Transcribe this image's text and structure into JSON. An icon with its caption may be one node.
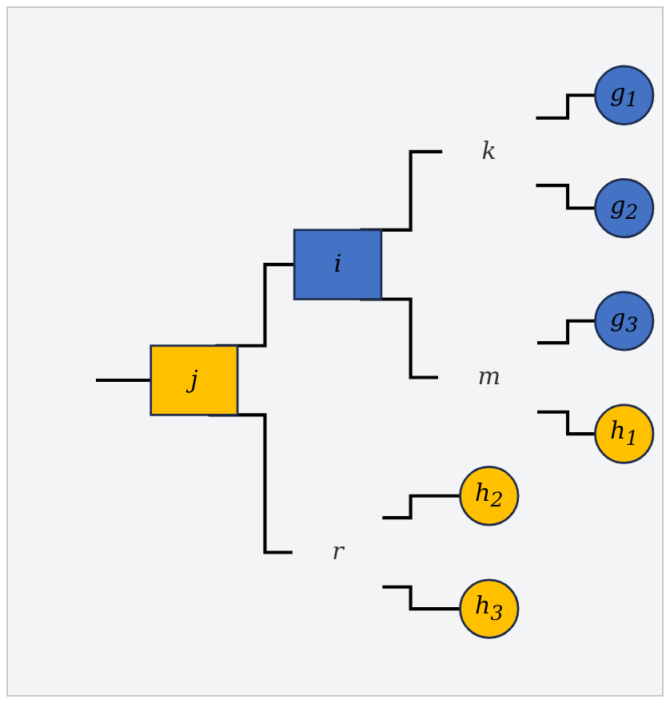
{
  "diagram": {
    "nodes": [
      {
        "text": [
          "j"
        ]
      },
      {
        "text": [
          "i"
        ]
      },
      {
        "text": [
          "k"
        ]
      },
      {
        "text": [
          "m"
        ]
      },
      {
        "text": [
          "r"
        ]
      },
      {
        "text": [
          "g$_{1}$"
        ]
      },
      {
        "text": [
          "g$_{2}$"
        ]
      },
      {
        "text": [
          "g$_{3}$"
        ]
      },
      {
        "text": [
          "h$_{1}$"
        ]
      },
      {
        "text": [
          "h$_{2}$"
        ]
      },
      {
        "text": [
          "h$_{3}$"
        ]
      }
    ],
    "edges": [
      {
        "from": null,
        "to": 0,
        "arrow": "none"
      },
      {
        "from": 0,
        "to": 1,
        "arrow": "none"
      },
      {
        "from": 0,
        "to": 4,
        "arrow": "none"
      },
      {
        "from": 1,
        "to": 2,
        "arrow": "none"
      },
      {
        "from": 1,
        "to": 3,
        "arrow": "none"
      },
      {
        "from": 2,
        "to": 5,
        "arrow": "none"
      },
      {
        "from": 2,
        "to": 6,
        "arrow": "none"
      },
      {
        "from": 3,
        "to": 7,
        "arrow": "none"
      },
      {
        "from": 3,
        "to": 8,
        "arrow": "none"
      },
      {
        "from": 4,
        "to": 9,
        "arrow": "none"
      },
      {
        "from": 4,
        "to": 10,
        "arrow": "none"
      }
    ]
  }
}
